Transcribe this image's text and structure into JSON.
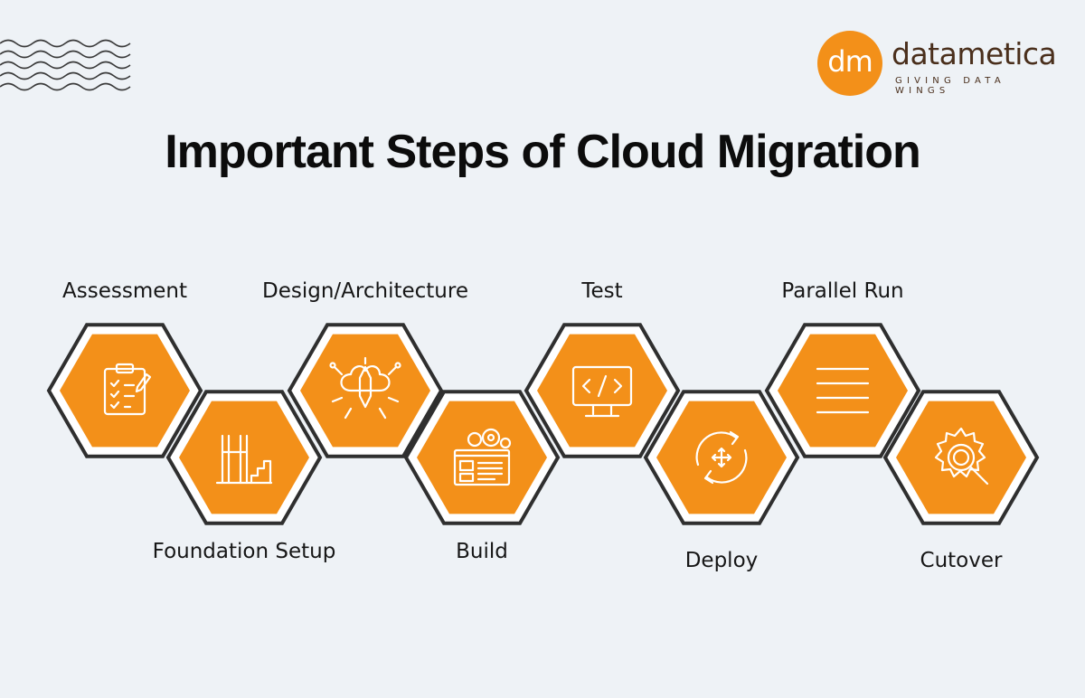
{
  "title": "Important Steps of Cloud Migration",
  "logo": {
    "initials": "dm",
    "name": "datametica",
    "tagline": "GIVING DATA WINGS"
  },
  "colors": {
    "background": "#eef2f6",
    "hex_fill": "#f39019",
    "hex_border": "#2f2f2f",
    "icon_stroke": "#ffffff"
  },
  "steps": [
    {
      "label": "Assessment",
      "icon": "clipboard-checklist-icon"
    },
    {
      "label": "Foundation Setup",
      "icon": "foundation-pillars-icon"
    },
    {
      "label": "Design/Architecture",
      "icon": "brain-design-icon"
    },
    {
      "label": "Build",
      "icon": "gears-blueprint-icon"
    },
    {
      "label": "Test",
      "icon": "monitor-code-icon"
    },
    {
      "label": "Deploy",
      "icon": "refresh-arrows-icon"
    },
    {
      "label": "Parallel Run",
      "icon": "parallel-lines-icon"
    },
    {
      "label": "Cutover",
      "icon": "gear-magnifier-icon"
    }
  ]
}
